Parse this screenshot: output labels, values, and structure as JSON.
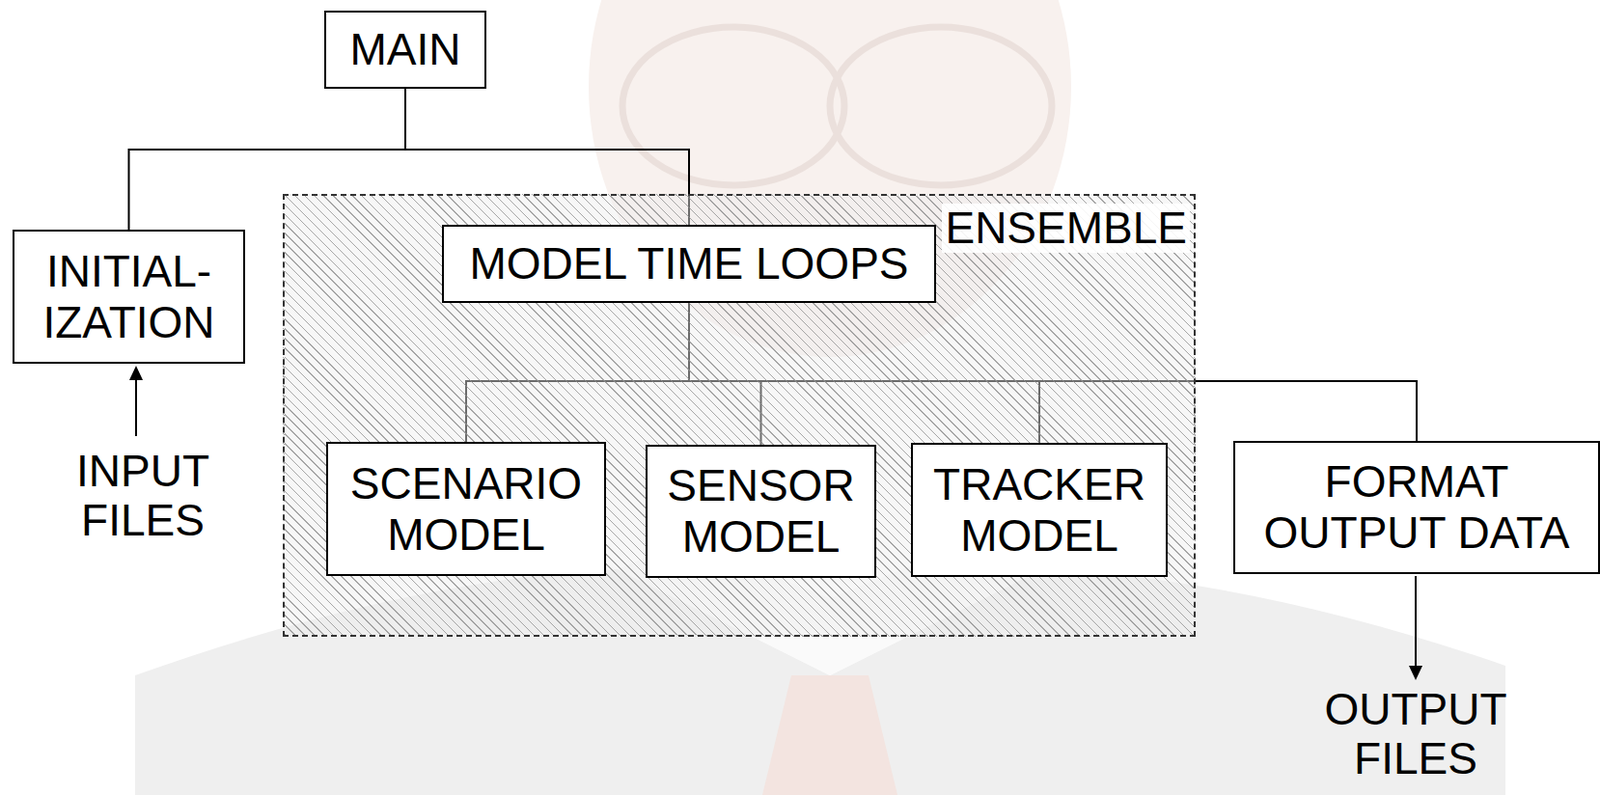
{
  "diagram": {
    "nodes": [
      {
        "text": [
          "MAIN"
        ]
      },
      {
        "text": [
          "INITIAL- IZATION"
        ]
      },
      {
        "text": [
          "ENSEMBLE"
        ]
      },
      {
        "text": [
          "MODEL TIME LOOPS"
        ],
        "in": 2
      },
      {
        "text": [
          "SCENARIO MODEL"
        ],
        "in": 2
      },
      {
        "text": [
          "SENSOR MODEL"
        ],
        "in": 2
      },
      {
        "text": [
          "TRACKER MODEL"
        ],
        "in": 2
      },
      {
        "text": [
          "FORMAT OUTPUT DATA"
        ]
      }
    ],
    "edges": [
      {
        "from": 0,
        "to": 1,
        "arrow": "none"
      },
      {
        "from": 0,
        "to": 3,
        "arrow": "none"
      },
      {
        "from": 3,
        "to": 4,
        "arrow": "none"
      },
      {
        "from": 3,
        "to": 5,
        "arrow": "none"
      },
      {
        "from": 3,
        "to": 6,
        "arrow": "none"
      },
      {
        "from": 3,
        "to": 7,
        "arrow": "none"
      }
    ],
    "labels": [
      "INPUT FILES",
      "OUTPUT FILES"
    ]
  }
}
